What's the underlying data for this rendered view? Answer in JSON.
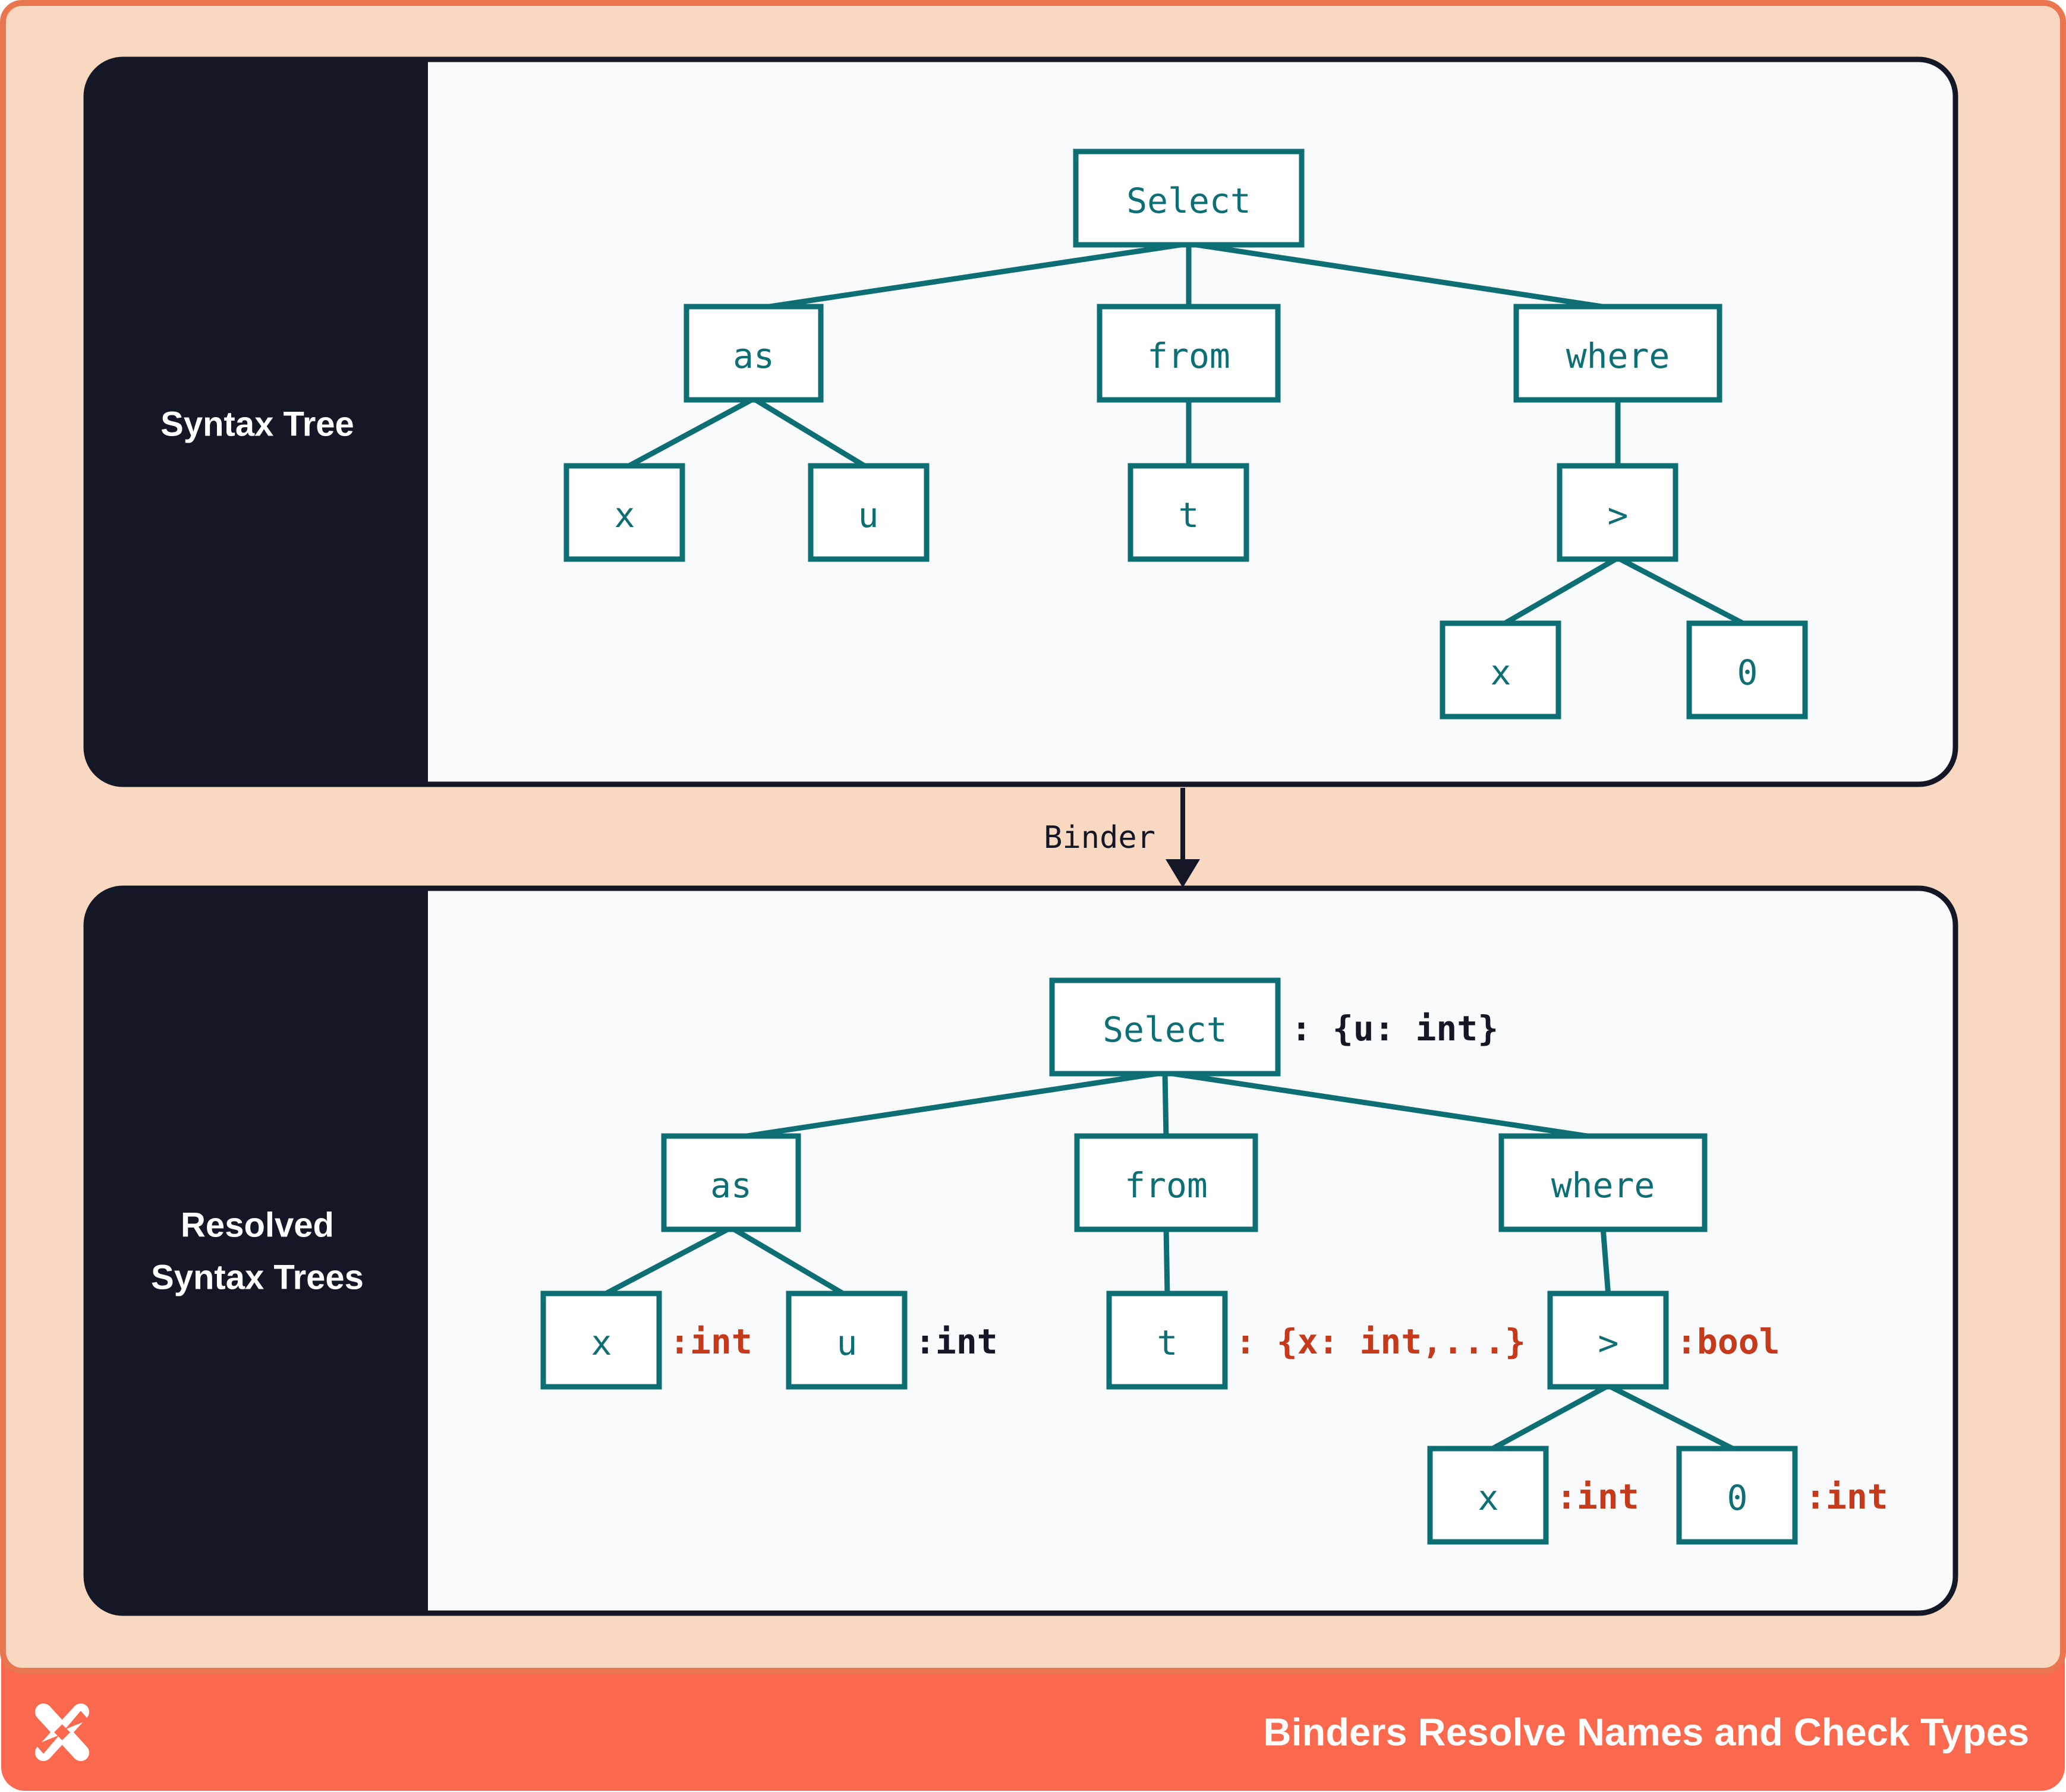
{
  "colors": {
    "frame_border_orange": "#E9764F",
    "footer_orange": "#FA694D",
    "peach_background": "#F8D8C0",
    "panel_dark_navy": "#141826",
    "panel_background": "#F9FAFB",
    "node_teal": "#0D6E74",
    "type_red": "#C43A1B",
    "text_white": "#FFFFFF"
  },
  "top_panel": {
    "label": "Syntax Tree",
    "nodes": {
      "select": "Select",
      "as": "as",
      "x": "x",
      "u": "u",
      "from": "from",
      "t": "t",
      "where": "where",
      "gt": ">",
      "zero": "0"
    }
  },
  "binder_arrow": {
    "label": "Binder"
  },
  "bottom_panel": {
    "label_line1": "Resolved",
    "label_line2": "Syntax Trees",
    "nodes": {
      "select": {
        "label": "Select",
        "type": ": {u: int}",
        "type_color": "dark"
      },
      "as": {
        "label": "as"
      },
      "x": {
        "label": "x",
        "type": ":int",
        "type_color": "red"
      },
      "u": {
        "label": "u",
        "type": ":int",
        "type_color": "dark"
      },
      "from": {
        "label": "from"
      },
      "t": {
        "label": "t",
        "type": ": {x: int,...}",
        "type_color": "red"
      },
      "where": {
        "label": "where"
      },
      "gt": {
        "label": ">",
        "type": ":bool",
        "type_color": "red"
      },
      "x2": {
        "label": "x",
        "type": ":int",
        "type_color": "red"
      },
      "zero": {
        "label": "0",
        "type": ":int",
        "type_color": "red"
      }
    }
  },
  "footer": {
    "title": "Binders Resolve Names and Check Types",
    "logo": "x-logo"
  }
}
